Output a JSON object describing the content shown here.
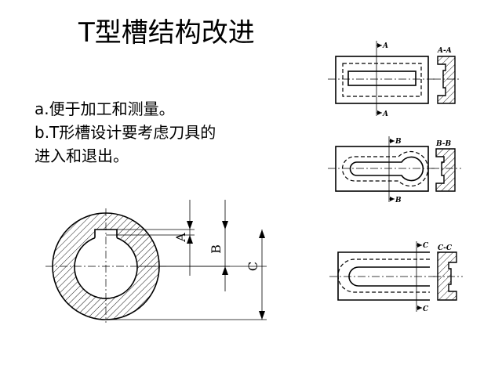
{
  "slide": {
    "title": "T型槽结构改进",
    "bullets": [
      "a.便于加工和测量。",
      "b.T形槽设计要考虑刀具的",
      "进入和退出。"
    ]
  },
  "figure": {
    "dimension_labels": [
      "A",
      "B",
      "C"
    ],
    "section_marks": {
      "a": "A",
      "a_section": "A-A",
      "b": "B",
      "b_section": "B-B",
      "c": "C",
      "c_section": "C-C"
    }
  }
}
